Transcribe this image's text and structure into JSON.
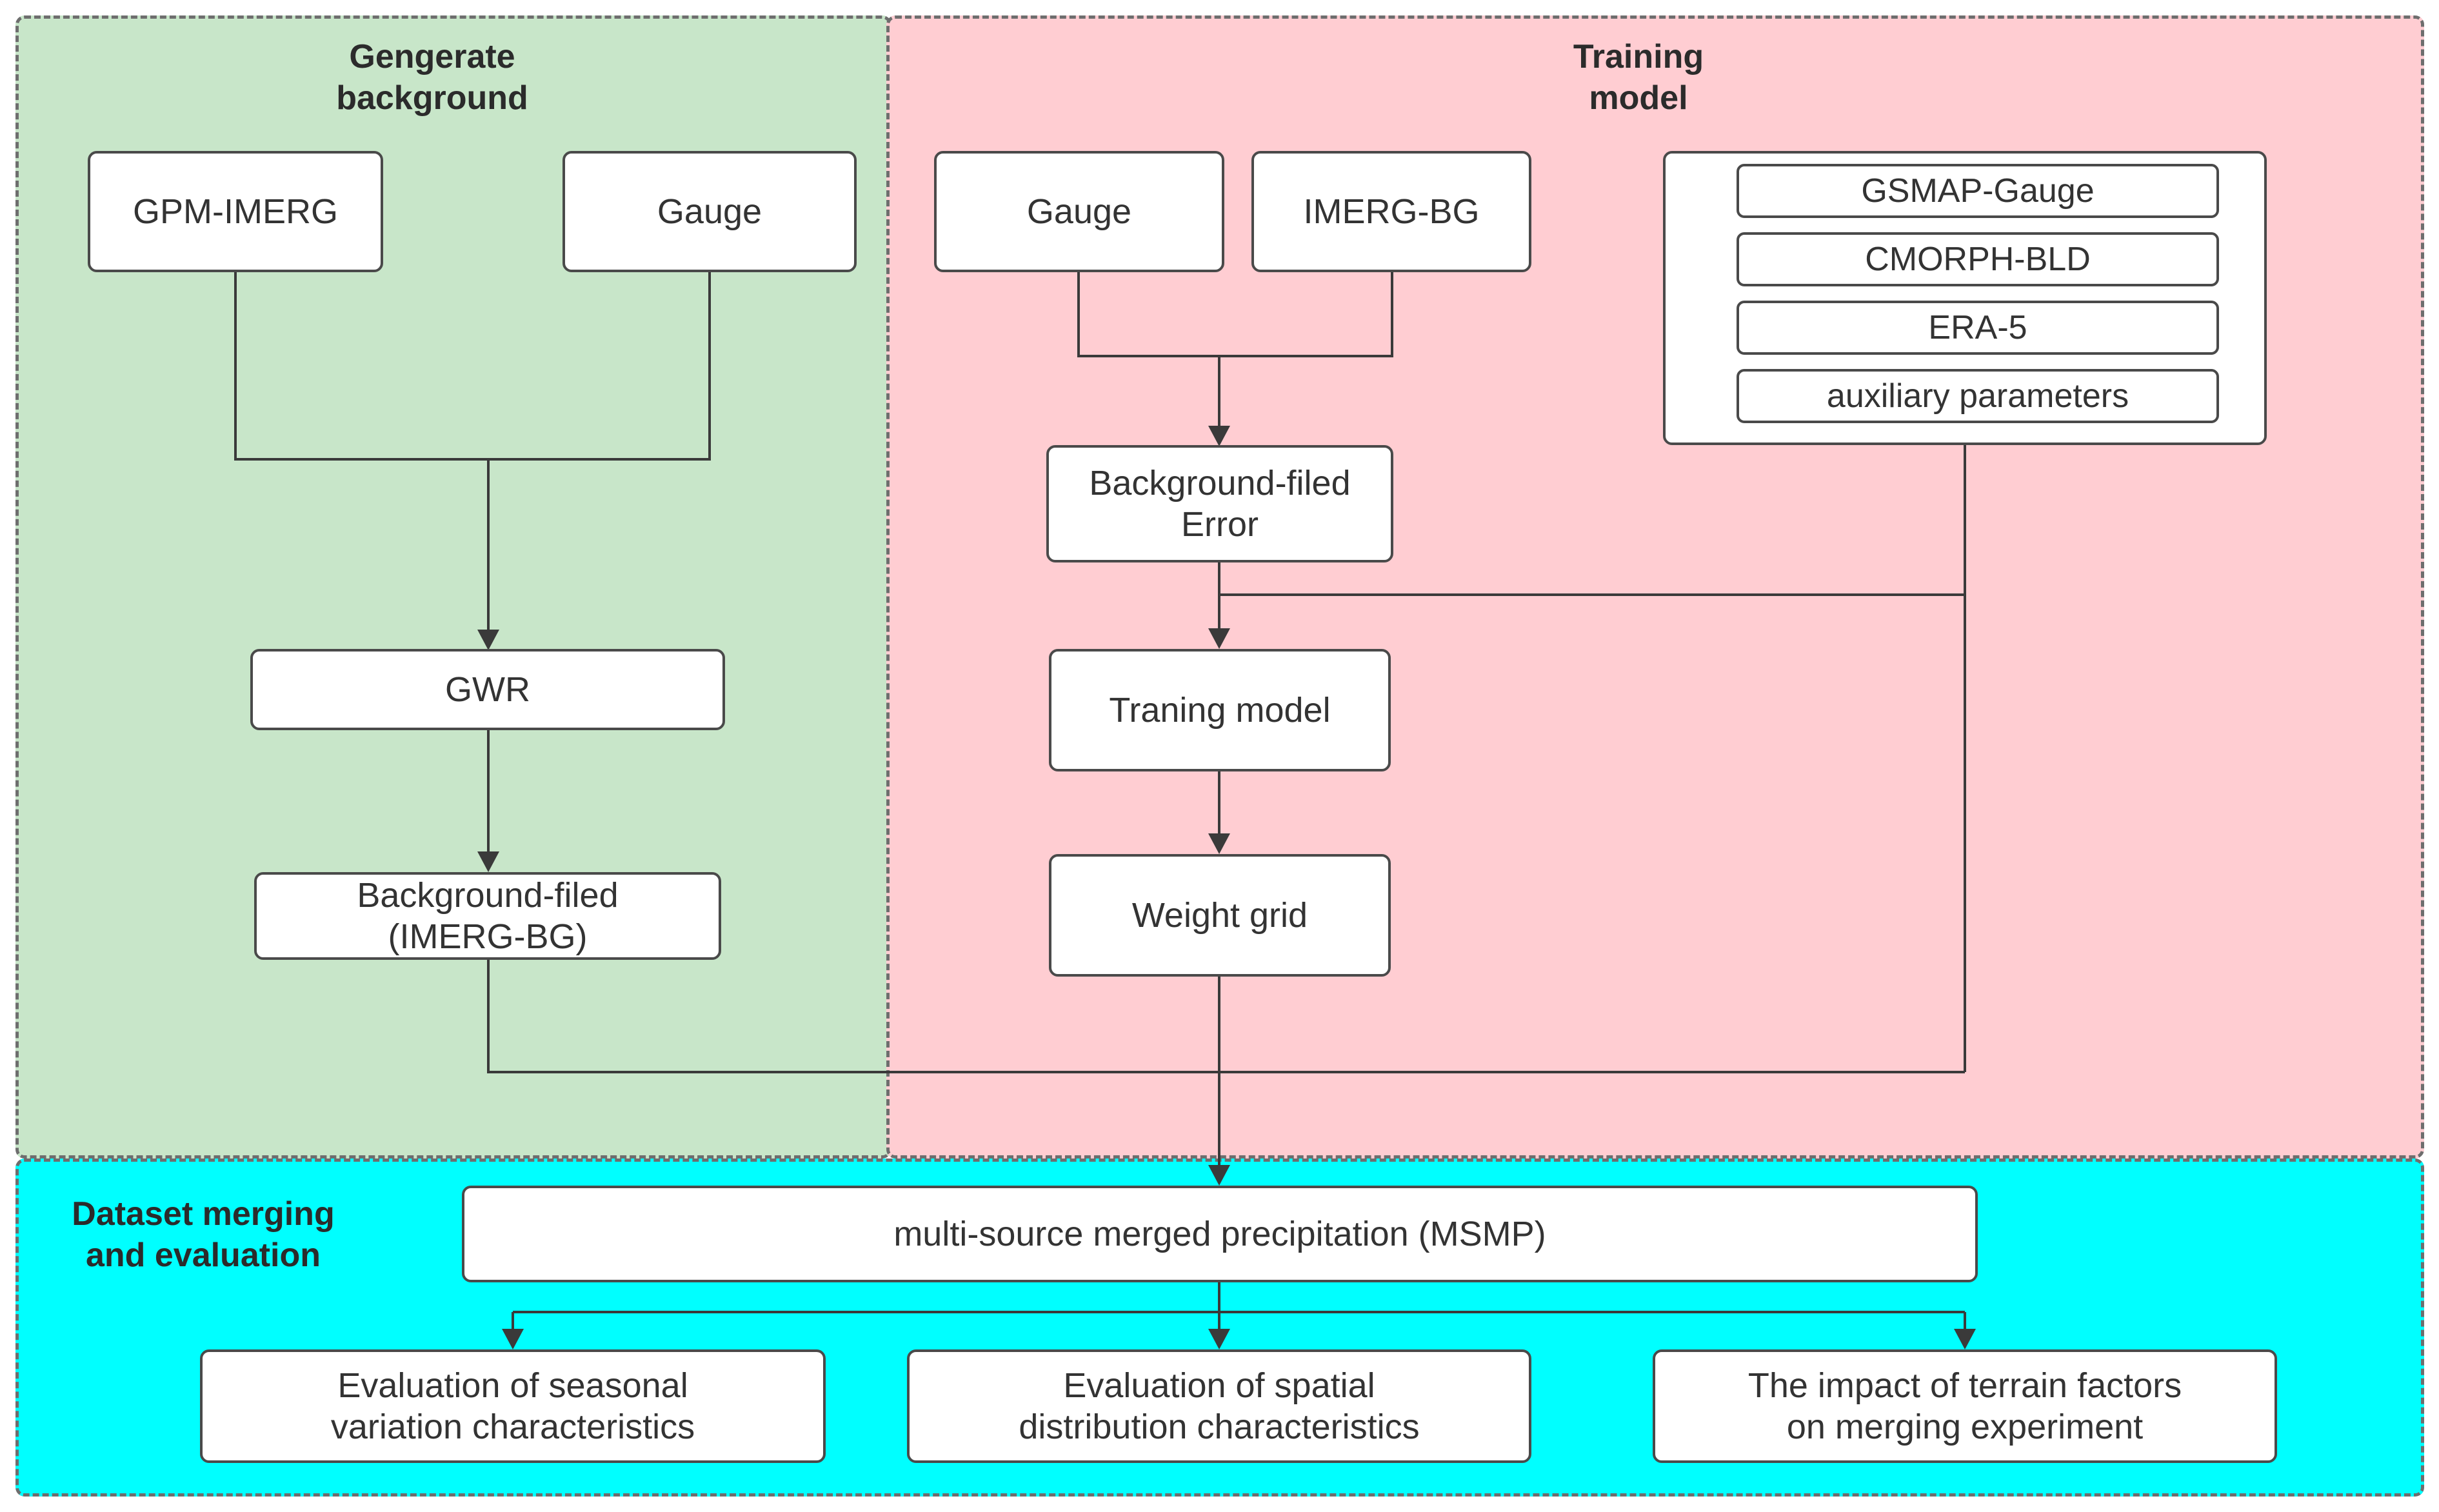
{
  "regions": {
    "generate_background": "Gengerate\nbackground",
    "training_model": "Training\nmodel",
    "merging_evaluation": "Dataset merging\nand evaluation"
  },
  "nodes": {
    "gpm_imerg": "GPM-IMERG",
    "gauge_left": "Gauge",
    "gwr": "GWR",
    "background_filed": "Background-filed\n(IMERG-BG)",
    "gauge_right": "Gauge",
    "imerg_bg": "IMERG-BG",
    "background_error": "Background-filed\nError",
    "training_model": "Traning model",
    "weight_grid": "Weight grid",
    "msmp": "multi-source merged precipitation (MSMP)",
    "eval_seasonal": "Evaluation of seasonal\nvariation characteristics",
    "eval_spatial": "Evaluation of spatial\ndistribution characteristics",
    "eval_terrain": "The impact of terrain factors\non merging experiment"
  },
  "inputs_group": {
    "items": [
      "GSMAP-Gauge",
      "CMORPH-BLD",
      "ERA-5",
      "auxiliary parameters"
    ]
  },
  "colors": {
    "green_region": "#c8e6c9",
    "pink_region": "#ffcdd2",
    "cyan_region": "#00ffff",
    "border": "#6e6e6e",
    "connector": "#3a3a3a"
  }
}
